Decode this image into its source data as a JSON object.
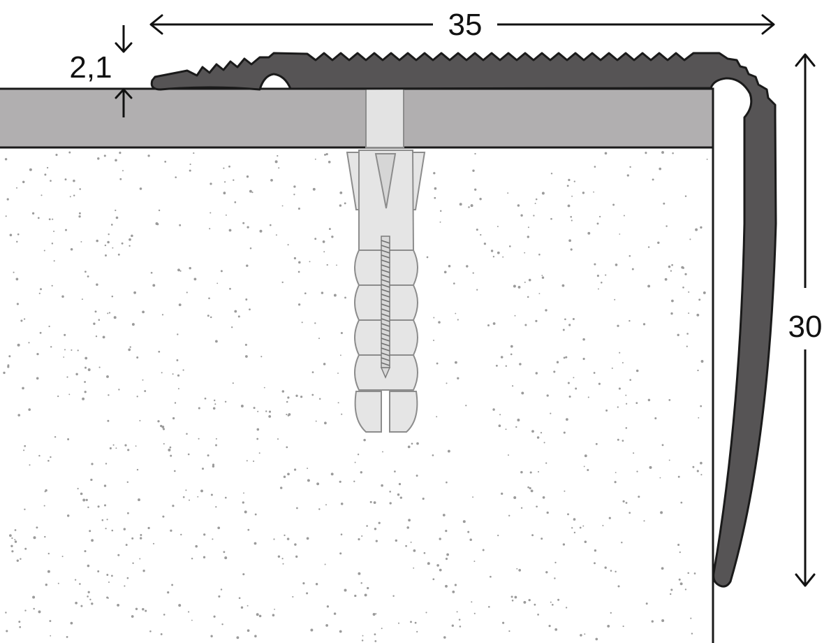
{
  "dimensions": {
    "width_label": "35",
    "height_label": "30",
    "thickness_label": "2,1"
  },
  "colors": {
    "profile": "#565455",
    "profile_outline": "#1a1a1a",
    "floor_covering": "#b1afb0",
    "dowel": "#e5e5e5",
    "dowel_outline": "#8c8c8c",
    "substrate": "#ffffff",
    "speckle": "#9a9a9a",
    "dimension": "#111111"
  }
}
